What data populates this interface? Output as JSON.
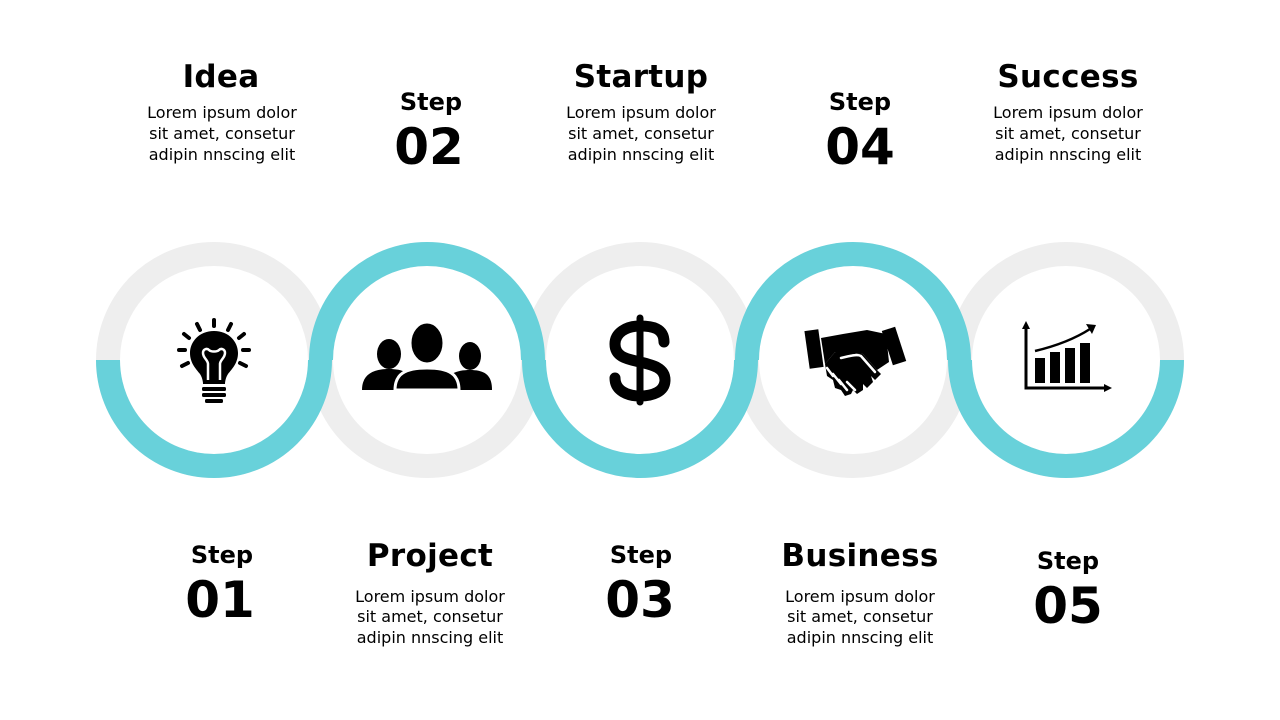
{
  "colors": {
    "accent": "#68d1da",
    "track": "#eeeeee",
    "text": "#000000"
  },
  "steps": [
    {
      "step_label": "Step",
      "step_number": "01",
      "title": "Idea",
      "description": [
        "Lorem ipsum dolor",
        "sit amet, consetur",
        "adipin nnscing elit"
      ],
      "icon": "lightbulb-icon",
      "title_position": "top",
      "highlight_half": "bottom"
    },
    {
      "step_label": "Step",
      "step_number": "02",
      "title": "Project",
      "description": [
        "Lorem ipsum dolor",
        "sit amet, consetur",
        "adipin nnscing elit"
      ],
      "icon": "team-icon",
      "title_position": "bottom",
      "highlight_half": "top"
    },
    {
      "step_label": "Step",
      "step_number": "03",
      "title": "Startup",
      "description": [
        "Lorem ipsum dolor",
        "sit amet, consetur",
        "adipin nnscing elit"
      ],
      "icon": "dollar-icon",
      "title_position": "top",
      "highlight_half": "bottom"
    },
    {
      "step_label": "Step",
      "step_number": "04",
      "title": "Business",
      "description": [
        "Lorem ipsum dolor",
        "sit amet, consetur",
        "adipin nnscing elit"
      ],
      "icon": "handshake-icon",
      "title_position": "bottom",
      "highlight_half": "top"
    },
    {
      "step_label": "Step",
      "step_number": "05",
      "title": "Success",
      "description": [
        "Lorem ipsum dolor",
        "sit amet, consetur",
        "adipin nnscing elit"
      ],
      "icon": "growth-chart-icon",
      "title_position": "top",
      "highlight_half": "bottom"
    }
  ]
}
